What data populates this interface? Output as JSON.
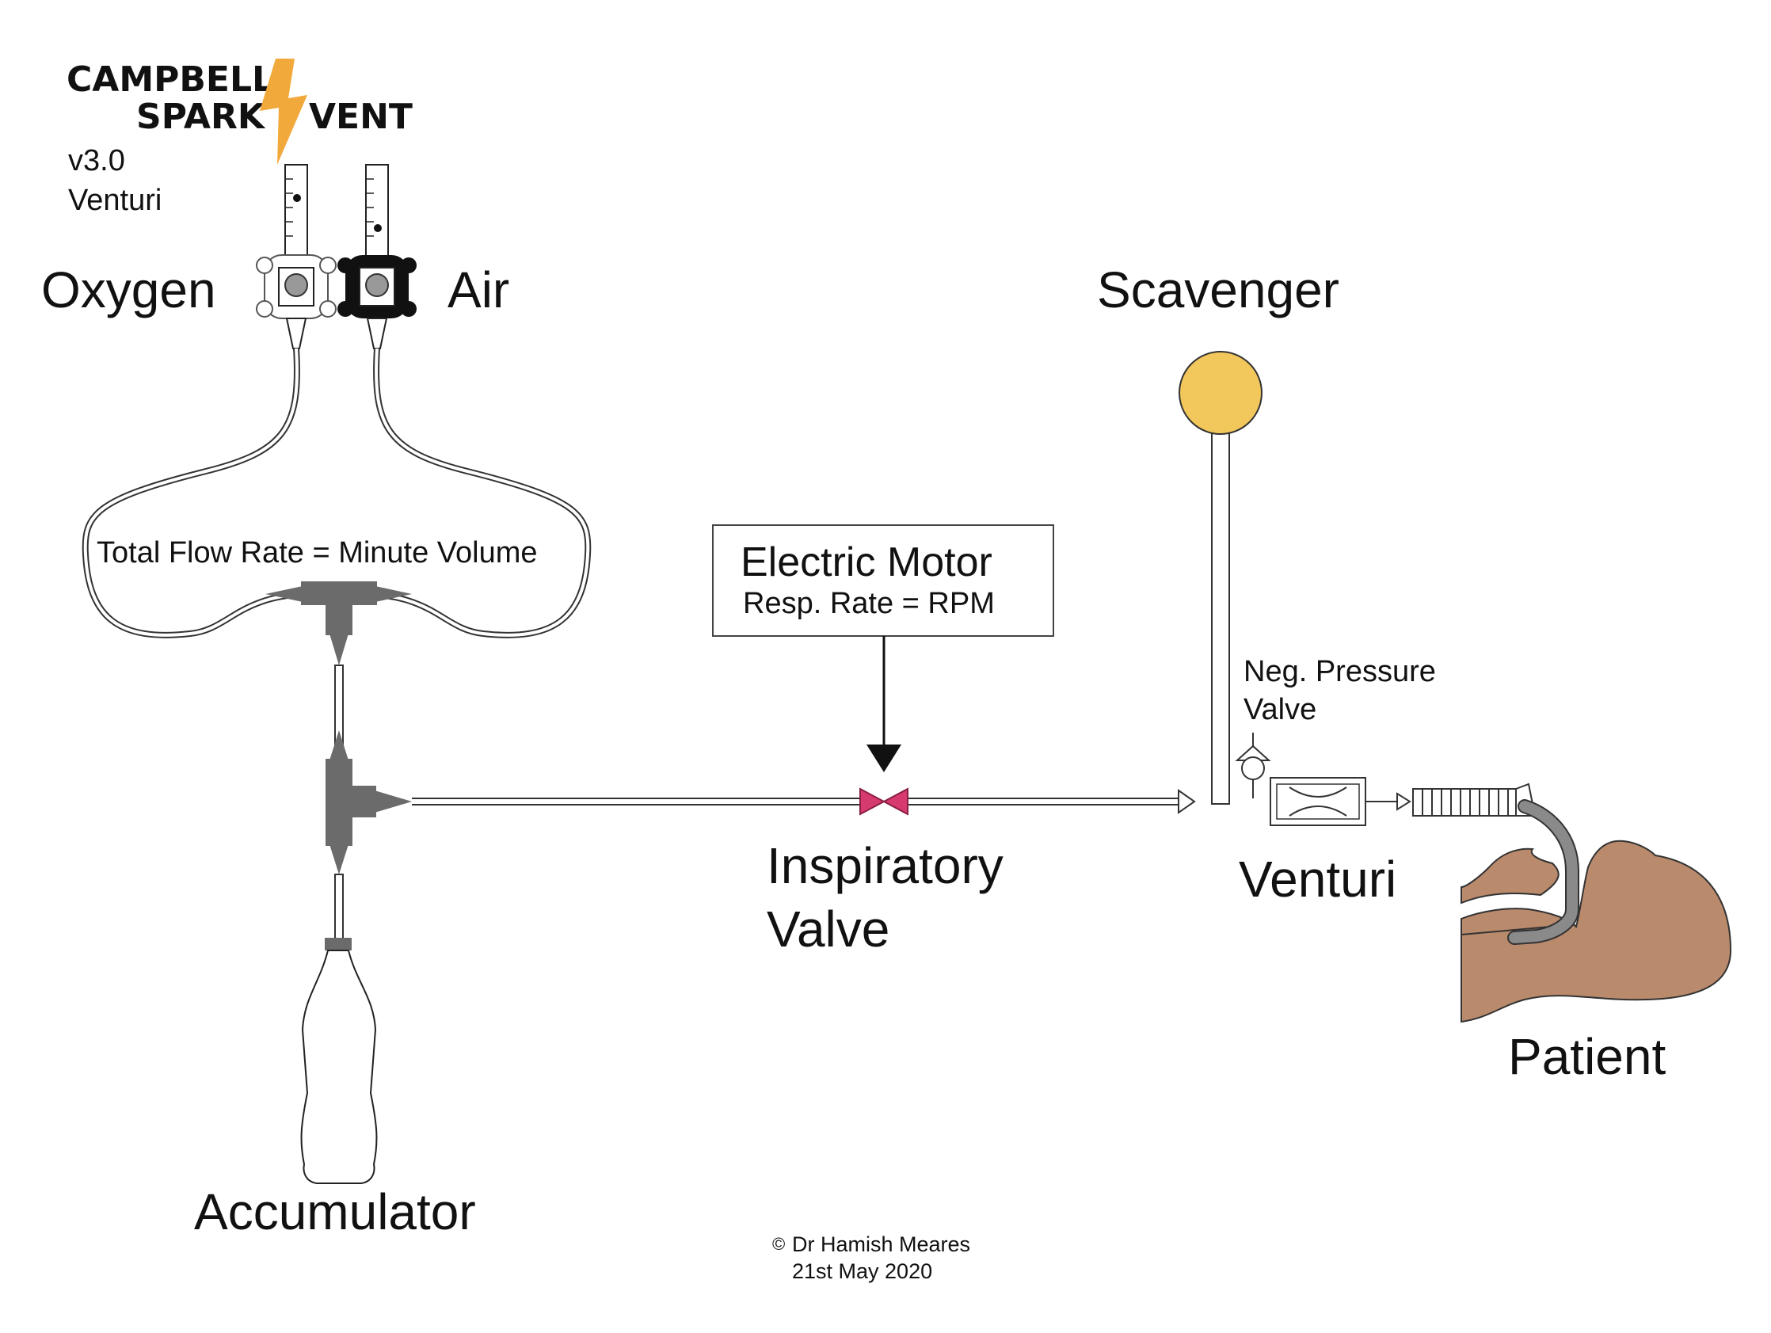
{
  "brand": {
    "line1": "CAMPBELL",
    "line2a": "SPARK",
    "line2b": "VENT",
    "version": "v3.0",
    "variant": "Venturi",
    "bolt_color": "#f2a93b"
  },
  "labels": {
    "oxygen": "Oxygen",
    "air": "Air",
    "scavenger": "Scavenger",
    "total_flow": "Total Flow Rate = Minute Volume",
    "motor_title": "Electric Motor",
    "motor_sub": "Resp. Rate = RPM",
    "neg_pressure_1": "Neg. Pressure",
    "neg_pressure_2": "Valve",
    "insp_1": "Inspiratory",
    "insp_2": "Valve",
    "venturi": "Venturi",
    "patient": "Patient",
    "accumulator": "Accumulator"
  },
  "credit": {
    "symbol": "©",
    "author": "Dr Hamish Meares",
    "date": "21st May 2020"
  },
  "colors": {
    "scavenger": "#f2c75c",
    "valve": "#d63a6e",
    "connector": "#6b6b6b",
    "patient_skin": "#b98a6c",
    "tube_gray": "#8a8a8a"
  }
}
